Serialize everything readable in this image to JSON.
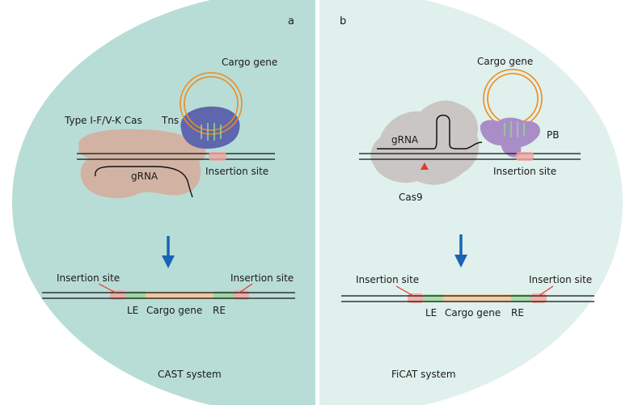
{
  "panel_a": {
    "letter": "a",
    "cas_label": "Type I-F/V-K Cas",
    "tns_label": "Tns",
    "cargo_label": "Cargo gene",
    "grna_label": "gRNA",
    "insertion_label": "Insertion site",
    "result": {
      "left_insertion": "Insertion site",
      "right_insertion": "Insertion site",
      "le": "LE",
      "cargo": "Cargo gene",
      "re": "RE"
    },
    "system_label": "CAST system"
  },
  "panel_b": {
    "letter": "b",
    "cargo_label": "Cargo gene",
    "grna_label": "gRNA",
    "pb_label": "PB",
    "insertion_label": "Insertion site",
    "cas9_label": "Cas9",
    "result": {
      "left_insertion": "Insertion site",
      "right_insertion": "Insertion site",
      "le": "LE",
      "cargo": "Cargo gene",
      "re": "RE"
    },
    "system_label": "FiCAT system"
  },
  "colors": {
    "panel_a_bg": "#b8ddd6",
    "panel_b_bg": "#e0f0ec",
    "cas_protein": "#d2b3a3",
    "tns_protein": "#5e66ad",
    "pb_protein": "#a98dc8",
    "cas9_protein": "#c9c6c4",
    "plasmid": "#f08a1c",
    "arrow": "#1a64b4",
    "insertion_marker": "#f2a5a0",
    "green_segment": "#8fd48f",
    "orange_segment": "#f4c79a",
    "cut_marker": "#e03a2f"
  }
}
